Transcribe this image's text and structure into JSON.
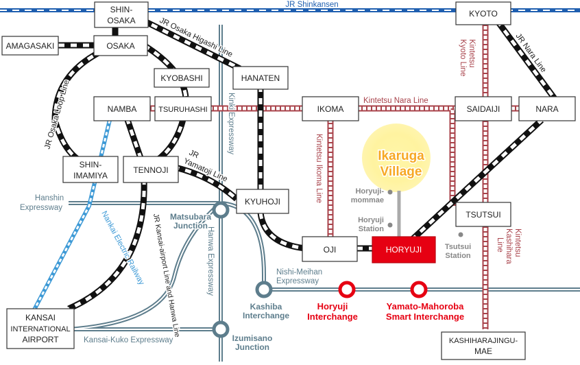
{
  "lines": {
    "shinkansen": "JR Shinkansen",
    "osaka_higashi": "JR Osaka Higashi Line",
    "osaka_loop": "JR Osaka Loop Line",
    "kinki_expressway": "Kinki Expressway",
    "kintetsu_kyoto_1": "Kintetsu",
    "kintetsu_kyoto_2": "Kyoto Line",
    "jr_nara": "JR Nara Line",
    "kintetsu_nara": "Kintetsu Nara Line",
    "kintetsu_ikoma": "Kintetsu Ikoma Line",
    "jr_yamatoji_1": "JR",
    "jr_yamatoji_2": "Yamatoji Line",
    "hanshin_1": "Hanshin",
    "hanshin_2": "Expressway",
    "nankai": "Nankai Electric Railway",
    "jr_kansai_airport": "JR Kansai-airport Line and Hanwa Line",
    "hanwa_expressway": "Hanwa Expressway",
    "nishi_meihan_1": "Nishi-Meihan",
    "nishi_meihan_2": "Expressway",
    "kansai_kuko": "Kansai-Kuko Expressway",
    "kintetsu_kashihara_1": "Kintetsu",
    "kintetsu_kashihara_2": "Kashihara",
    "kintetsu_kashihara_3": "Line"
  },
  "stations": {
    "shin_osaka_1": "SHIN-",
    "shin_osaka_2": "OSAKA",
    "kyoto": "KYOTO",
    "amagasaki": "AMAGASAKI",
    "osaka": "OSAKA",
    "kyobashi": "KYOBASHI",
    "hanaten": "HANATEN",
    "namba": "NAMBA",
    "tsuruhashi": "TSURUHASHI",
    "ikoma": "IKOMA",
    "saidaiji": "SAIDAIJI",
    "nara": "NARA",
    "shin_imamiya_1": "SHIN-",
    "shin_imamiya_2": "IMAMIYA",
    "tennoji": "TENNOJI",
    "kyuhoji": "KYUHOJI",
    "tsutsui": "TSUTSUI",
    "oji": "OJI",
    "horyuji": "HORYUJI",
    "kansai_airport_1": "KANSAI",
    "kansai_airport_2": "INTERNATIONAL",
    "kansai_airport_3": "AIRPORT",
    "kashiharajingu_1": "KASHIHARAJINGU-",
    "kashiharajingu_2": "MAE"
  },
  "spots": {
    "ikaruga_1": "Ikaruga",
    "ikaruga_2": "Village",
    "horyuji_mommae_1": "Horyuji-",
    "horyuji_mommae_2": "mommae",
    "horyuji_station_1": "Horyuji",
    "horyuji_station_2": "Station",
    "tsutsui_station_1": "Tsutsui",
    "tsutsui_station_2": "Station"
  },
  "junctions": {
    "matsubara_1": "Matsubara",
    "matsubara_2": "Junction",
    "kashiba_1": "Kashiba",
    "kashiba_2": "Interchange",
    "izumisano_1": "Izumisano",
    "izumisano_2": "Junction",
    "horyuji_ic_1": "Horyuji",
    "horyuji_ic_2": "Interchange",
    "yamato_1": "Yamato-Mahoroba",
    "yamato_2": "Smart Interchange"
  },
  "colors": {
    "shinkansen": "#1f5fb0",
    "jr_line": "#111111",
    "kintetsu": "#a8424a",
    "expressway": "#5d7d8c",
    "nankai": "#3e9ad6",
    "horyuji_box": "#e60012",
    "interchange_red": "#e60012",
    "village": "#f7a823",
    "village_glow": "#fff0a0"
  }
}
